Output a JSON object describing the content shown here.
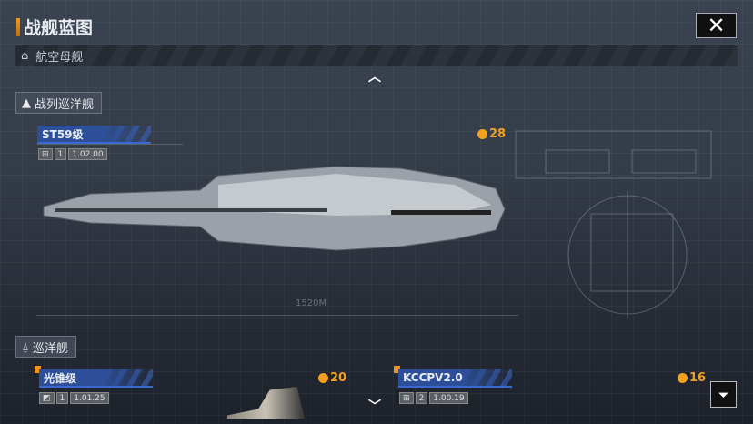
{
  "header": {
    "title": "战舰蓝图",
    "close_icon": "close-icon"
  },
  "category": {
    "label": "航空母舰"
  },
  "sections": [
    {
      "label": "战列巡洋舰",
      "ships": [
        {
          "name": "ST59级",
          "tier": "1",
          "version": "1.02.00",
          "cost": "28"
        }
      ]
    },
    {
      "label": "巡洋舰",
      "ships": [
        {
          "name": "光锥级",
          "tier": "1",
          "version": "1.01.25",
          "cost": "20"
        },
        {
          "name": "KCCPV2.0",
          "tier": "2",
          "version": "1.00.19",
          "cost": "16"
        }
      ]
    }
  ],
  "blueprint": {
    "length_label": "1520M"
  },
  "colors": {
    "accent": "#f2a11d",
    "ship_blue": "#2d4f9a"
  }
}
